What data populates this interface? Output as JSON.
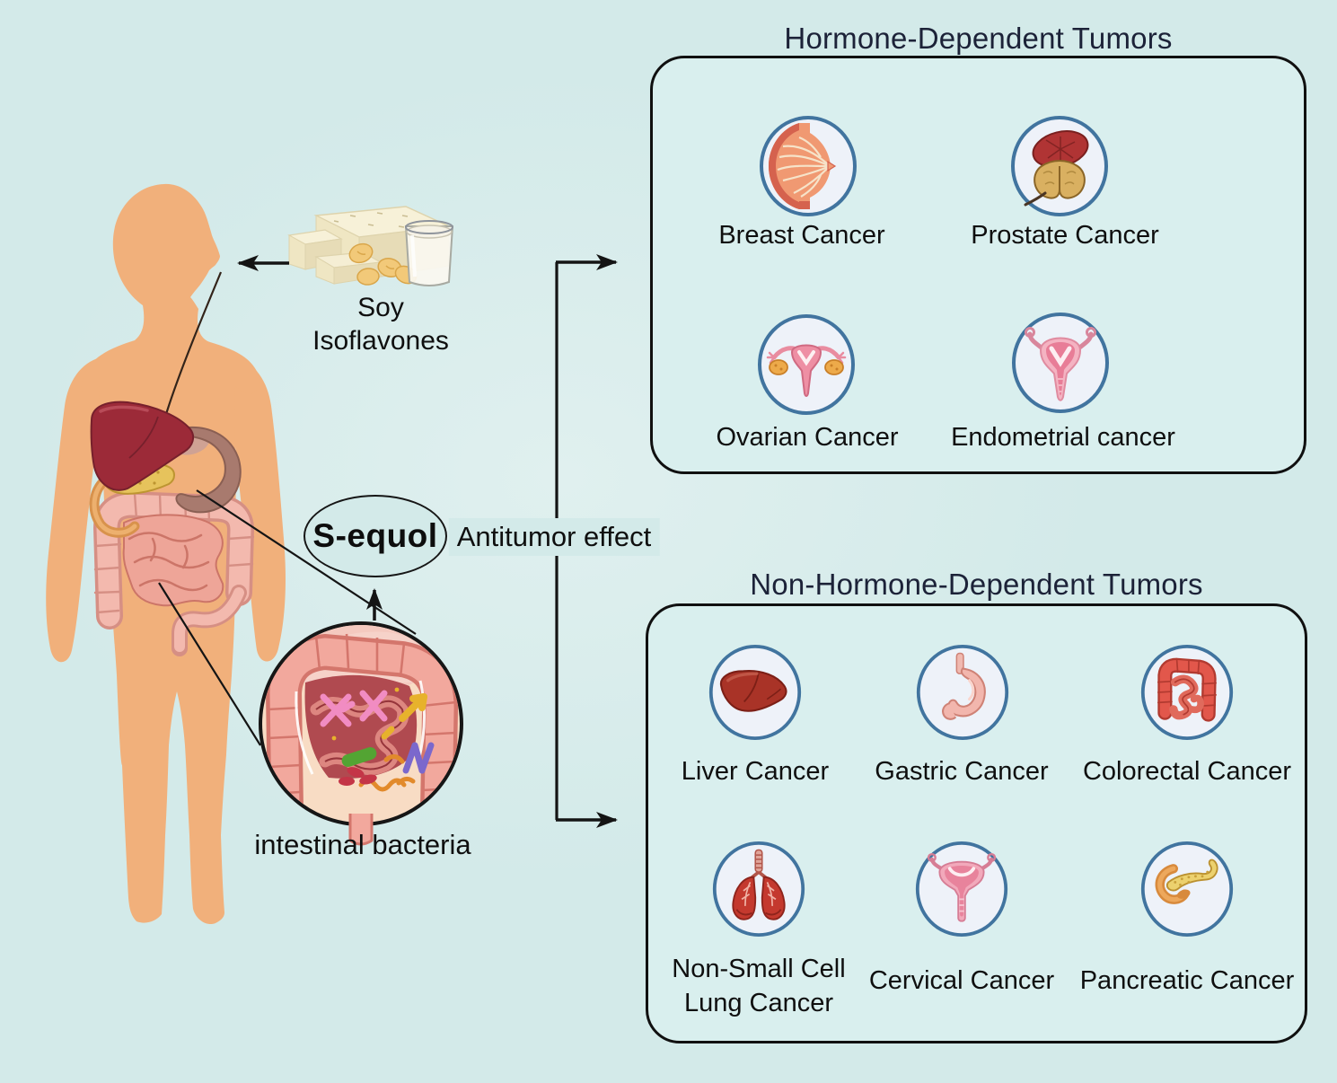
{
  "colors": {
    "background": "#d3eae9",
    "box_fill": "#d9efee",
    "box_border": "#101010",
    "title_color": "#1c2238",
    "label_color": "#0f0f0f",
    "icon_ring": "#41749f",
    "icon_fill": "#eef2f9",
    "line_color": "#141414",
    "body_skin": "#f1b07b"
  },
  "left_panel": {
    "soy_label_lines": [
      "Soy",
      "Isoflavones"
    ],
    "sequol_label": "S-equol",
    "antitumor_label": "Antitumor effect",
    "bacteria_label": "intestinal bacteria"
  },
  "hormone_box": {
    "title": "Hormone-Dependent Tumors",
    "items": [
      {
        "icon": "breast-icon",
        "label_lines": [
          "Breast Cancer"
        ]
      },
      {
        "icon": "prostate-icon",
        "label_lines": [
          "Prostate Cancer"
        ]
      },
      {
        "icon": "uterus-ovaries-icon",
        "label_lines": [
          "Ovarian Cancer"
        ]
      },
      {
        "icon": "uterus-icon",
        "label_lines": [
          "Endometrial cancer"
        ]
      }
    ]
  },
  "non_hormone_box": {
    "title": "Non-Hormone-Dependent Tumors",
    "items": [
      {
        "icon": "liver-icon",
        "label_lines": [
          "Liver Cancer"
        ]
      },
      {
        "icon": "stomach-icon",
        "label_lines": [
          "Gastric Cancer"
        ]
      },
      {
        "icon": "colon-icon",
        "label_lines": [
          "Colorectal Cancer"
        ]
      },
      {
        "icon": "lungs-icon",
        "label_lines": [
          "Non-Small Cell",
          "Lung Cancer"
        ]
      },
      {
        "icon": "cervix-icon",
        "label_lines": [
          "Cervical Cancer"
        ]
      },
      {
        "icon": "pancreas-icon",
        "label_lines": [
          "Pancreatic Cancer"
        ]
      }
    ]
  }
}
